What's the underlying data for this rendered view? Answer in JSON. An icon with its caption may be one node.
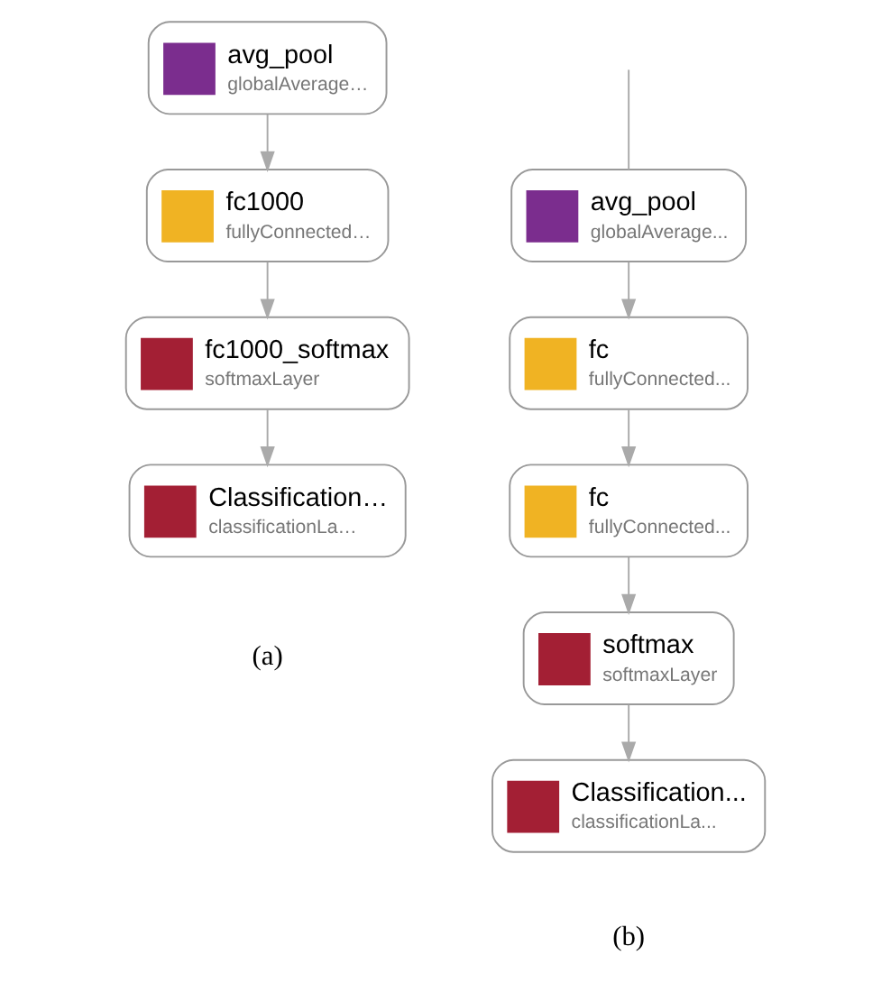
{
  "diagram": {
    "nodes": [
      {
        "text": [
          "avg_pool",
          "globalAverage…"
        ]
      },
      {
        "text": [
          "fc1000",
          "fullyConnected…"
        ]
      },
      {
        "text": [
          "fc1000_softmax",
          "softmaxLayer"
        ]
      },
      {
        "text": [
          "Classification…",
          "classificationLa…"
        ]
      },
      {
        "text": [
          "avg_pool",
          "globalAverage..."
        ]
      },
      {
        "text": [
          "fc",
          "fullyConnected..."
        ]
      },
      {
        "text": [
          "fc",
          "fullyConnected..."
        ]
      },
      {
        "text": [
          "softmax",
          "softmaxLayer"
        ]
      },
      {
        "text": [
          "Classification...",
          "classificationLa..."
        ]
      }
    ],
    "edges": [
      {
        "from": 0,
        "to": 1,
        "arrow": "to"
      },
      {
        "from": 1,
        "to": 2,
        "arrow": "to"
      },
      {
        "from": 2,
        "to": 3,
        "arrow": "to"
      },
      {
        "from": null,
        "to": 4,
        "arrow": "none"
      },
      {
        "from": 4,
        "to": 5,
        "arrow": "to"
      },
      {
        "from": 5,
        "to": 6,
        "arrow": "to"
      },
      {
        "from": 6,
        "to": 7,
        "arrow": "to"
      },
      {
        "from": 7,
        "to": 8,
        "arrow": "to"
      }
    ],
    "labels": [
      "(a)",
      "(b)"
    ]
  }
}
